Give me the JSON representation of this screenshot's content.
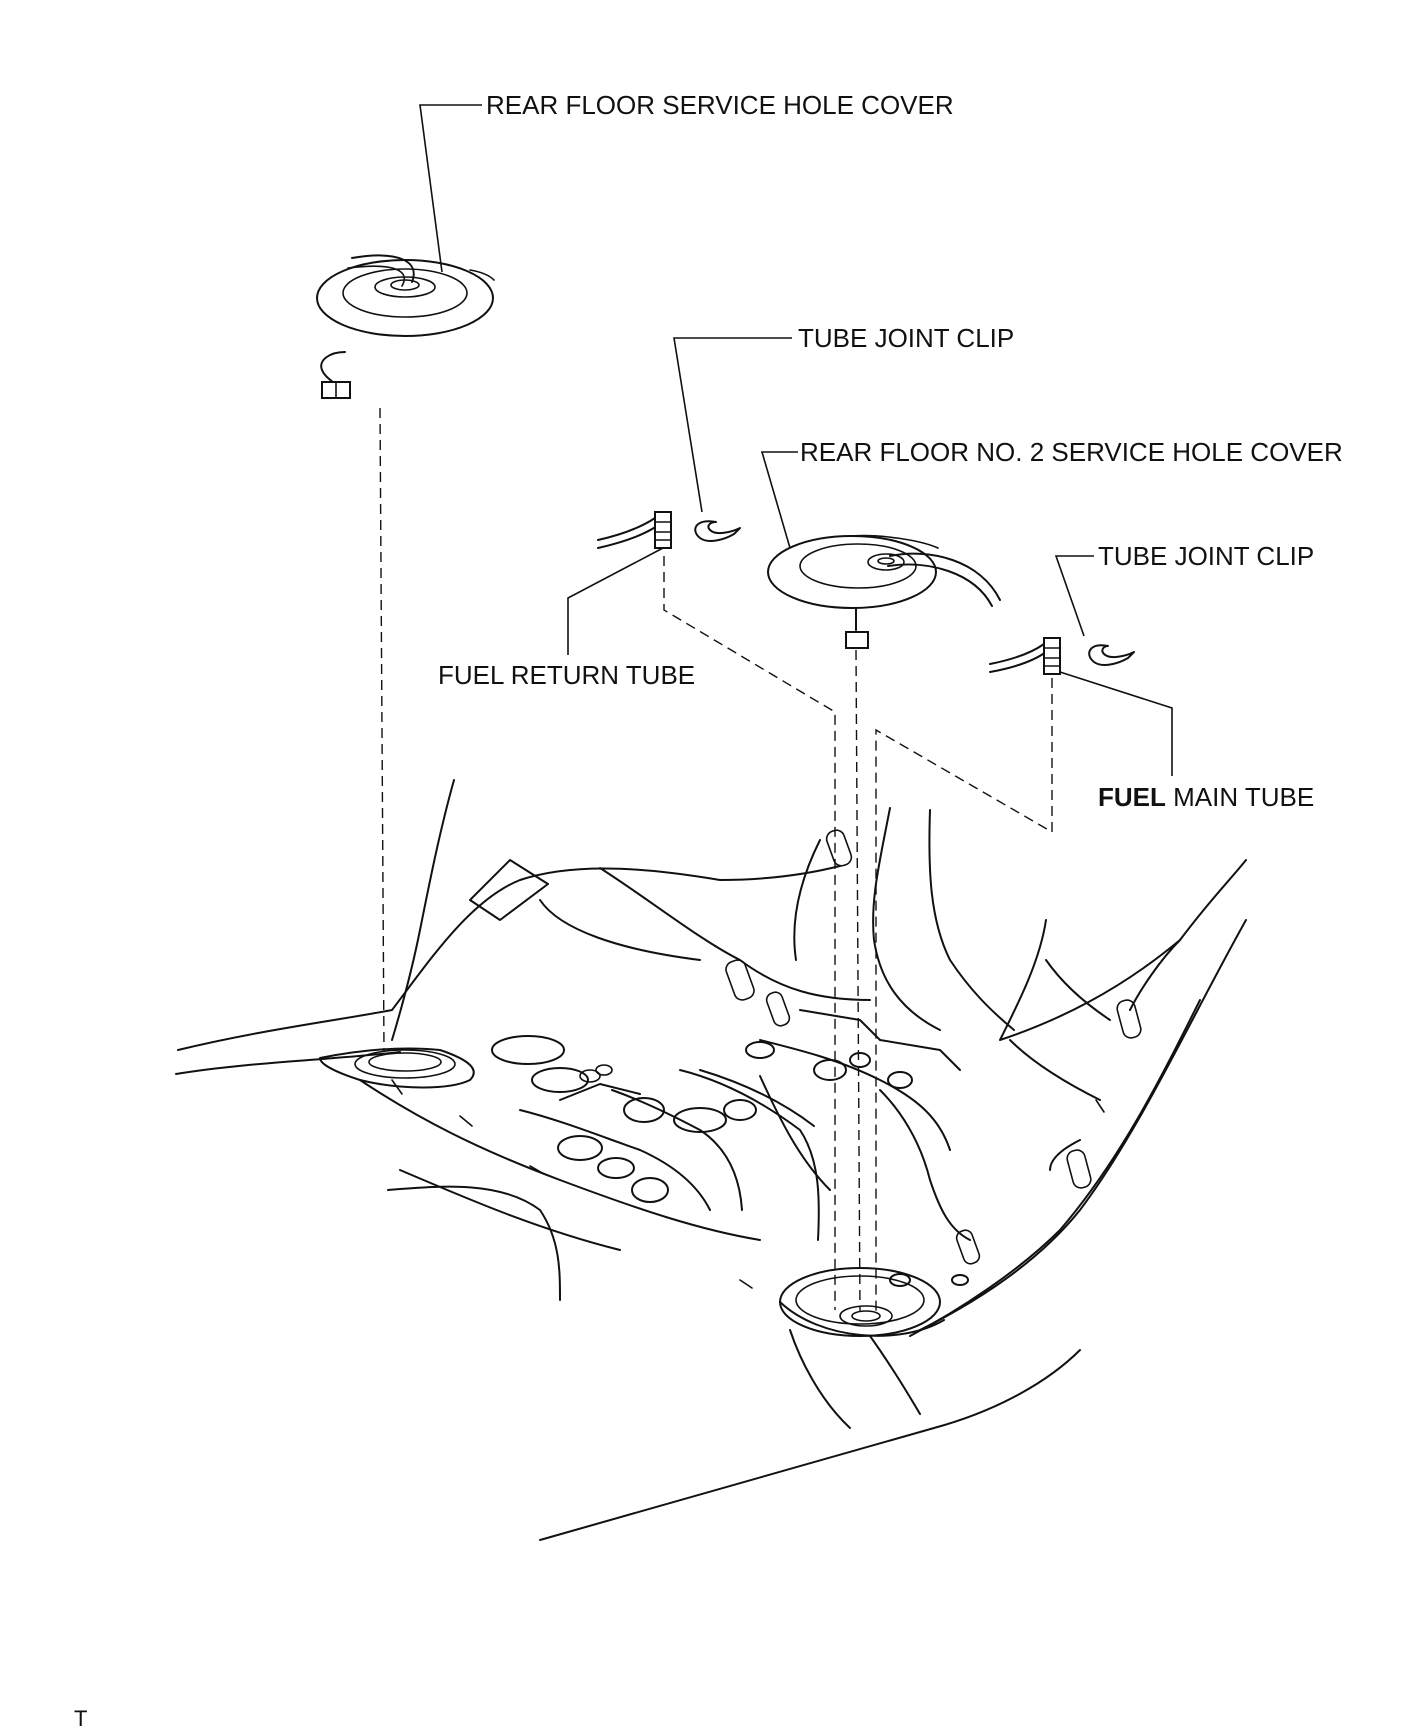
{
  "labels": {
    "rear_floor_service_hole_cover": "REAR FLOOR SERVICE HOLE COVER",
    "tube_joint_clip_1": "TUBE JOINT CLIP",
    "rear_floor_no2_service_hole_cover": "REAR FLOOR NO. 2 SERVICE HOLE COVER",
    "tube_joint_clip_2": "TUBE JOINT CLIP",
    "fuel_return_tube": "FUEL RETURN TUBE",
    "fuel_main_tube_bold": "FUEL",
    "fuel_main_tube_rest": " MAIN TUBE"
  },
  "footer": {
    "mark": "T"
  }
}
